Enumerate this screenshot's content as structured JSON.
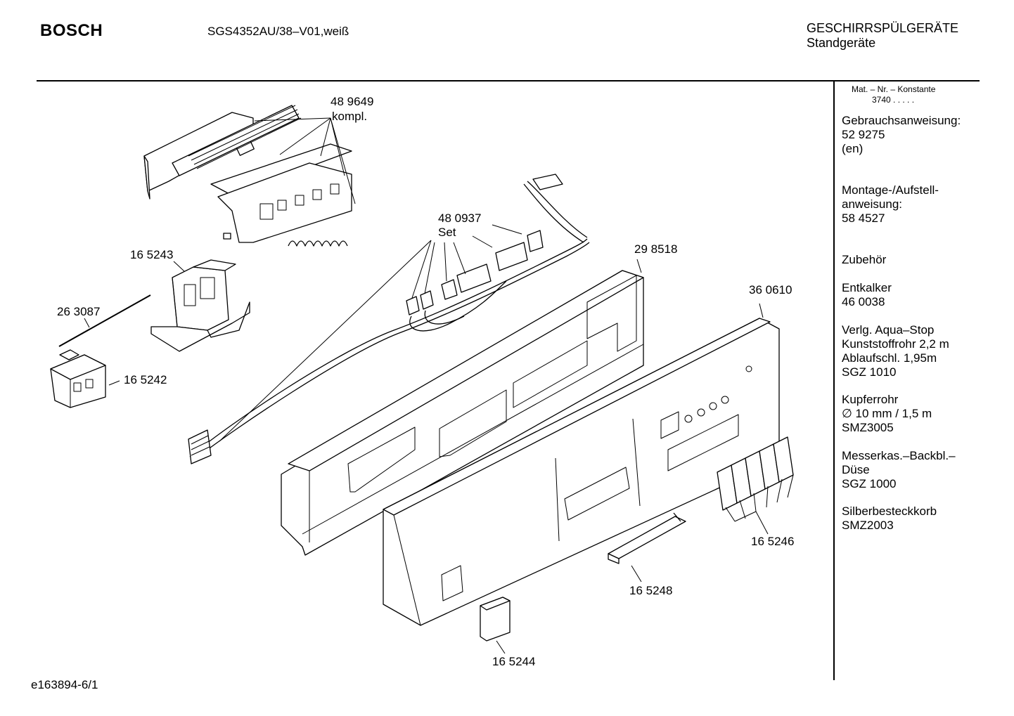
{
  "header": {
    "brand": "BOSCH",
    "model": "SGS4352AU/38–V01,weiß",
    "category": "GESCHIRRSPÜLGERÄTE",
    "subcategory": "Standgeräte"
  },
  "sidebar": {
    "mat_nr_label": "Mat. – Nr. – Konstante",
    "mat_nr_value": "3740  .  .  .  .  .",
    "blocks": [
      {
        "lines": [
          "Gebrauchsanweisung:",
          "52 9275",
          "(en)"
        ]
      },
      {
        "lines": [
          "Montage-/Aufstell-",
          "anweisung:",
          "58 4527"
        ]
      },
      {
        "lines": [
          "Zubehör"
        ]
      },
      {
        "lines": [
          "Entkalker",
          "46 0038"
        ]
      },
      {
        "lines": [
          "Verlg. Aqua–Stop",
          "Kunststoffrohr 2,2 m",
          "Ablaufschl. 1,95m",
          "SGZ 1010"
        ]
      },
      {
        "lines": [
          "Kupferrohr",
          "∅ 10 mm / 1,5 m",
          "SMZ3005"
        ]
      },
      {
        "lines": [
          "Messerkas.–Backbl.–",
          "Düse",
          "SGZ 1000"
        ]
      },
      {
        "lines": [
          "Silberbesteckkorb",
          "SMZ2003"
        ]
      }
    ]
  },
  "parts": {
    "p489649": "48 9649",
    "p489649_sub": "kompl.",
    "p480937": "48 0937",
    "p480937_sub": "Set",
    "p165243": "16 5243",
    "p263087": "26 3087",
    "p165242": "16 5242",
    "p298518": "29 8518",
    "p360610": "36 0610",
    "p165246": "16 5246",
    "p165248": "16 5248",
    "p165244": "16 5244"
  },
  "footer": {
    "code": "e163894-6/1"
  }
}
